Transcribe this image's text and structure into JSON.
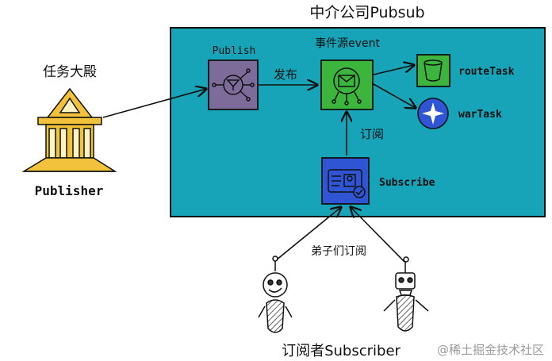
{
  "title": "中介公司Pubsub",
  "temple": {
    "label_top": "任务大殿",
    "label_bottom": "Publisher"
  },
  "nodes": {
    "publish": {
      "label": "Publish",
      "color": "#7d6b9a"
    },
    "event": {
      "label": "事件源event",
      "color": "#3cb53c"
    },
    "subscribe": {
      "label": "Subscribe",
      "color": "#2f55d4"
    },
    "route_task": {
      "label": "routeTask",
      "color": "#3cb53c"
    },
    "war_task": {
      "label": "warTask",
      "color": "#2f55d4"
    }
  },
  "edges": {
    "publish_to_event": "发布",
    "subscribe_to_event": "订阅",
    "disciples_subscribe": "弟子们订阅"
  },
  "subscribers": {
    "label": "订阅者Subscriber"
  },
  "colors": {
    "container": "#17a3b8",
    "temple": "#f2c23a"
  },
  "watermark": "@稀土掘金技术社区"
}
